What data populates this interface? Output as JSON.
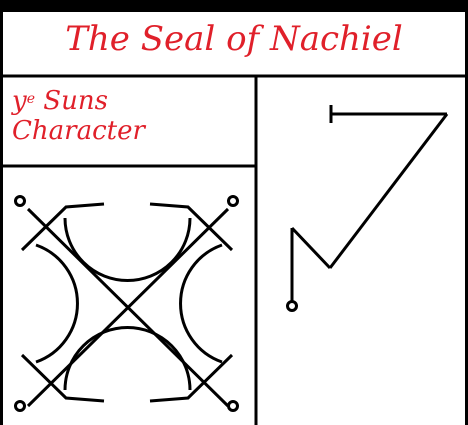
{
  "title": "The Seal of Nachiel",
  "label": {
    "line1_prefix": "y",
    "line1_super": "e",
    "line1_rest": " Suns",
    "line2": "Character"
  },
  "colors": {
    "title": "#e0202a",
    "lines": "#000000",
    "background": "#ffffff"
  }
}
